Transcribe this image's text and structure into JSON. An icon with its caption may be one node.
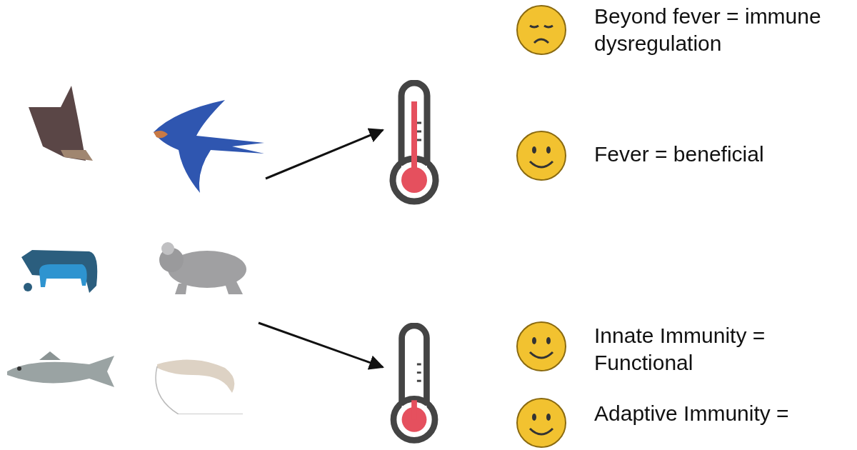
{
  "diagram": {
    "nodes": [
      {
        "text": [],
        "shape": "picture"
      },
      {
        "text": [],
        "shape": "picture"
      },
      {
        "text": [],
        "shape": "picture"
      },
      {
        "text": [],
        "shape": "picture"
      }
    ],
    "edges": [
      {
        "from": 0,
        "to": 1,
        "arrow": "to"
      },
      {
        "from": 2,
        "to": 3,
        "arrow": "to"
      }
    ],
    "labels": [
      "Beyond fever = immune dysregulation",
      "Fever = beneficial",
      "Innate Immunity = Functional",
      "Adaptive Immunity ="
    ]
  }
}
